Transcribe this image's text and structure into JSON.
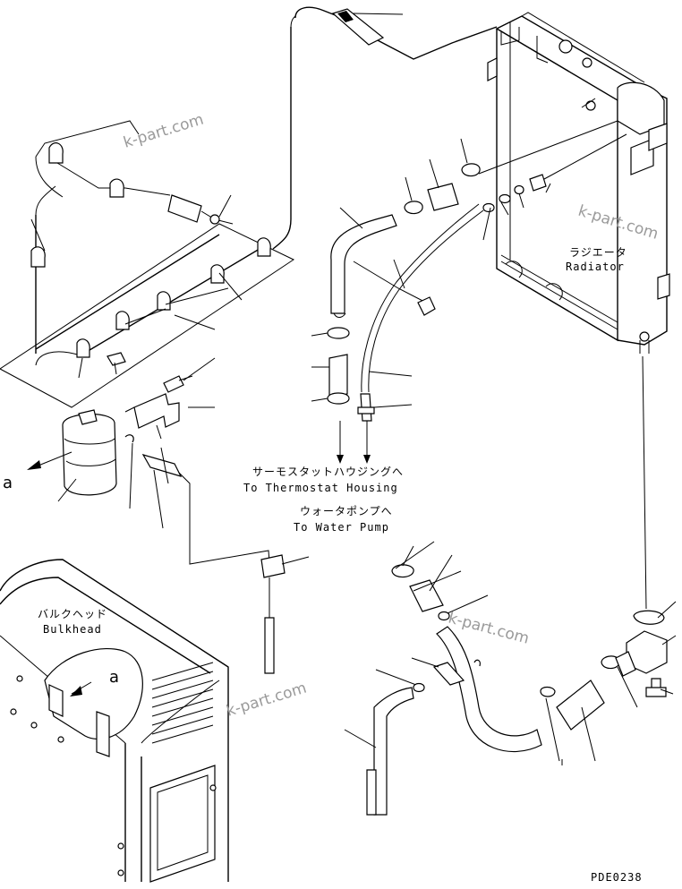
{
  "labels": {
    "radiator_jp": "ラジエータ",
    "radiator_en": "Radiator",
    "thermostat_jp": "サーモスタットハウジングへ",
    "thermostat_en": "To Thermostat Housing",
    "water_pump_jp": "ウォータポンプへ",
    "water_pump_en": "To Water Pump",
    "bulkhead_jp": "バルクヘッド",
    "bulkhead_en": "Bulkhead",
    "view_ref_left": "a",
    "view_ref_bulkhead": "a",
    "drawing_code": "PDE0238"
  },
  "watermarks": [
    "k-part.com",
    "k-part.com",
    "k-part.com",
    "k-part.com"
  ]
}
